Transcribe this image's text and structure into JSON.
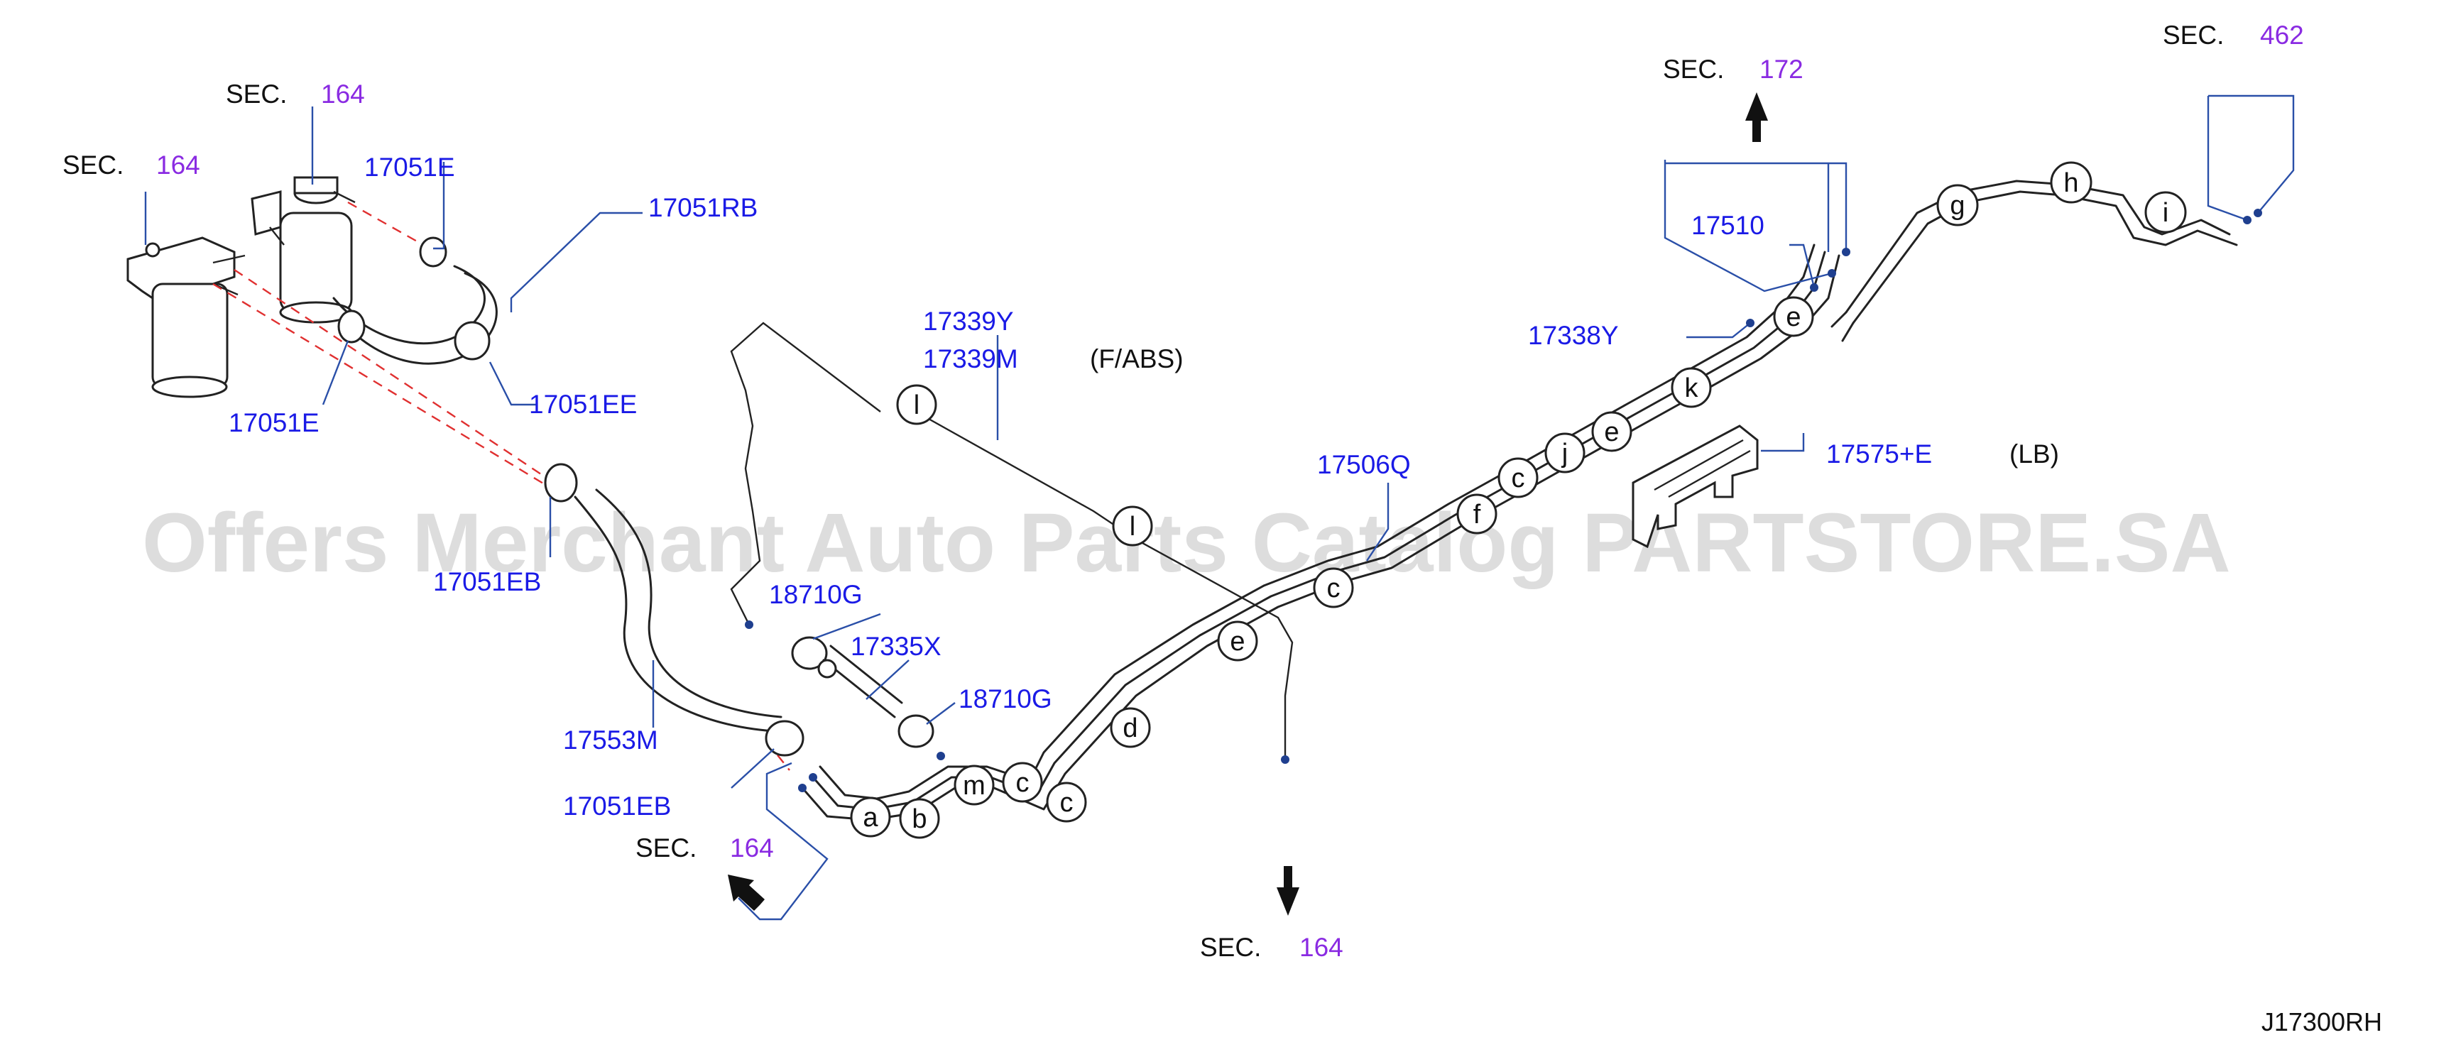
{
  "watermark": "Offers Merchant Auto Parts Catalog PARTSTORE.SA",
  "diagram_code": "J17300RH",
  "sec_word": "SEC.",
  "sections": {
    "s164_top_left": "164",
    "s164_top": "164",
    "s164_bottom_left": "164",
    "s164_bottom": "164",
    "s172": "172",
    "s462": "462"
  },
  "parts": {
    "p17051E_top": "17051E",
    "p17051RB": "17051RB",
    "p17051EE": "17051EE",
    "p17051E_bottom": "17051E",
    "p17051EB_top": "17051EB",
    "p17553M": "17553M",
    "p17051EB_bottom": "17051EB",
    "p17339Y": "17339Y",
    "p17339M": "17339M",
    "p18710G_top": "18710G",
    "p17335X": "17335X",
    "p18710G_bottom": "18710G",
    "p17506Q": "17506Q",
    "p17510": "17510",
    "p17338Y": "17338Y",
    "p17575E": "17575+E"
  },
  "notes": {
    "f_abs": "(F/ABS)",
    "lb": "(LB)"
  },
  "callouts": {
    "a": "a",
    "b": "b",
    "m": "m",
    "c1": "c",
    "c2": "c",
    "d": "d",
    "e1": "e",
    "c3": "c",
    "f": "f",
    "c4": "c",
    "j": "j",
    "e2": "e",
    "k": "k",
    "e3": "e",
    "g": "g",
    "h": "h",
    "i": "i",
    "l1": "l",
    "l2": "l"
  }
}
